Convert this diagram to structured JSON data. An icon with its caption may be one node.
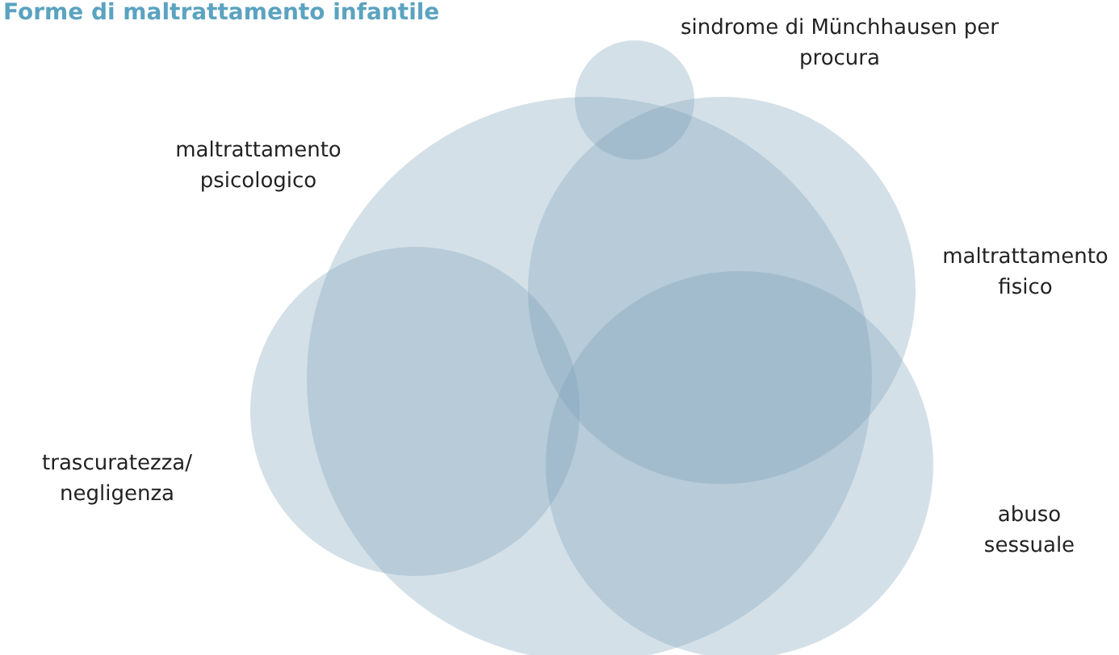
{
  "diagram": {
    "title": "Forme di maltrattamento infantile",
    "nodes": [
      {
        "text": [
          "sindrome di Münchhausen per procura"
        ]
      },
      {
        "text": [
          "maltrattamento psicologico"
        ]
      },
      {
        "text": [
          "maltrattamento fisico"
        ]
      },
      {
        "text": [
          "trascuratezza/ negligenza"
        ]
      },
      {
        "text": [
          "abuso sessuale"
        ]
      }
    ]
  }
}
